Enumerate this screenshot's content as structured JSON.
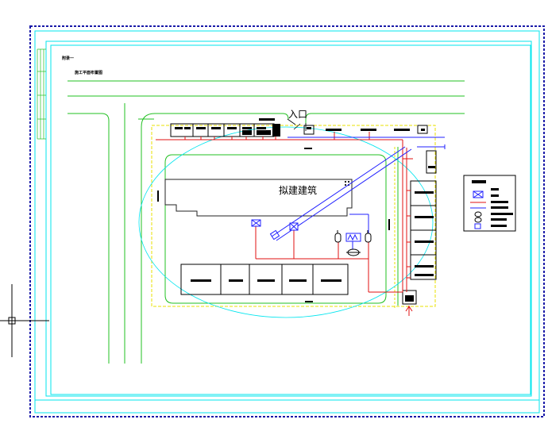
{
  "drawing": {
    "attachment_label": "附录一",
    "plan_title": "施工平面布置图",
    "entrance_label": "入口",
    "building_label": "拟建建筑"
  },
  "colors": {
    "frame_blue": "#1a1aa8",
    "cyan": "#00e5ee",
    "green": "#22c022",
    "red": "#e01010",
    "yellow": "#e8e000",
    "blue": "#2020ff",
    "black": "#000000"
  },
  "icons": [
    "crosshair-cursor-icon",
    "crane-icon",
    "water-meter-icon",
    "fire-hydrant-icon",
    "distribution-box-icon",
    "valve-icon"
  ]
}
